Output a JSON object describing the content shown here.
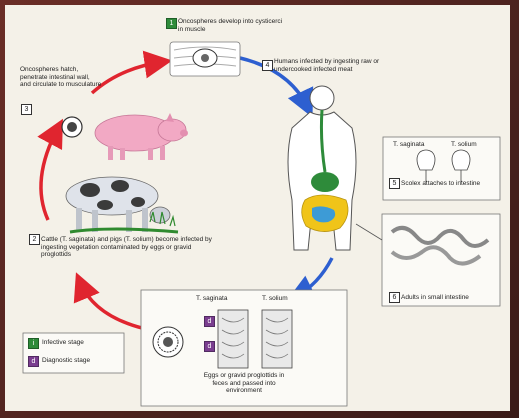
{
  "stages": {
    "s1": {
      "num": "1",
      "text": "Oncospheres develop into cysticerci in muscle"
    },
    "s2": {
      "num": "2",
      "text": "Cattle (T. saginata) and pigs (T. solium) become infected by ingesting vegetation contaminated by eggs or gravid proglottids"
    },
    "s3": {
      "num": "3",
      "text": "Oncospheres hatch, penetrate intestinal wall, and circulate to musculature"
    },
    "s4": {
      "num": "4",
      "text": "Humans infected by ingesting raw or undercooked infected meat"
    },
    "s5": {
      "num": "5",
      "text": "Scolex attaches to intestine"
    },
    "s6": {
      "num": "6",
      "text": "Adults in small intestine"
    },
    "eggs": {
      "text": "Eggs or gravid proglottids in feces and passed into environment"
    }
  },
  "species": {
    "saginata": "T. saginata",
    "solium": "T. solium"
  },
  "egg_box": {
    "d_num": "d",
    "d2_num": "d"
  },
  "legend": {
    "infective": {
      "num": "i",
      "label": "Infective stage"
    },
    "diagnostic": {
      "num": "d",
      "label": "Diagnostic stage"
    }
  },
  "colors": {
    "arrow_red": "#e0252f",
    "arrow_blue": "#2d5fd0",
    "infective": "#2e8b3a",
    "diagnostic": "#7a3d8f",
    "panel": "#f4f1e8",
    "frame": "#5a2a24"
  }
}
